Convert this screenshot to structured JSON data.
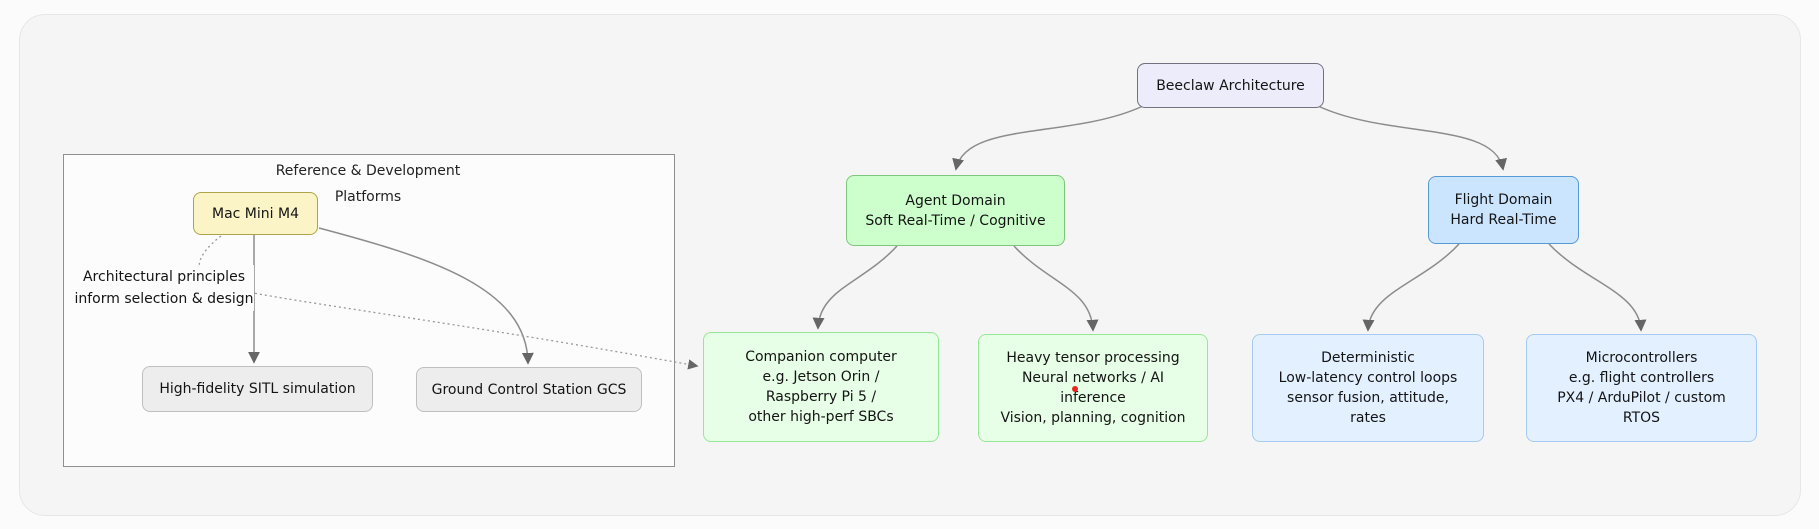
{
  "diagram": {
    "root": {
      "label": "Beeclaw Architecture"
    },
    "subgraph": {
      "title": [
        "Reference & Development",
        "Platforms"
      ]
    },
    "nodes": {
      "mac_mini": {
        "label": "Mac Mini M4"
      },
      "sitl": {
        "label": "High-fidelity SITL simulation"
      },
      "gcs": {
        "label": "Ground Control Station GCS"
      },
      "agent_domain": {
        "lines": [
          "Agent Domain",
          "Soft Real-Time / Cognitive"
        ]
      },
      "flight_domain": {
        "lines": [
          "Flight Domain",
          "Hard Real-Time"
        ]
      },
      "companion": {
        "lines": [
          "Companion computer",
          "e.g. Jetson Orin /",
          "Raspberry Pi 5 /",
          "other high-perf SBCs"
        ]
      },
      "tensor": {
        "lines": [
          "Heavy tensor processing",
          "Neural networks / AI",
          "inference",
          "Vision, planning, cognition"
        ]
      },
      "deterministic": {
        "lines": [
          "Deterministic",
          "Low-latency control loops",
          "sensor fusion, attitude,",
          "rates"
        ]
      },
      "microcontrollers": {
        "lines": [
          "Microcontrollers",
          "e.g. flight controllers",
          "PX4 / ArduPilot / custom",
          "RTOS"
        ]
      }
    },
    "edge_label": {
      "lines": [
        "Architectural principles",
        "inform selection & design"
      ]
    },
    "edges": [
      {
        "from": "Beeclaw Architecture",
        "to": "Agent Domain",
        "style": "solid"
      },
      {
        "from": "Beeclaw Architecture",
        "to": "Flight Domain",
        "style": "solid"
      },
      {
        "from": "Agent Domain",
        "to": "Companion computer",
        "style": "solid"
      },
      {
        "from": "Agent Domain",
        "to": "Heavy tensor processing",
        "style": "solid"
      },
      {
        "from": "Flight Domain",
        "to": "Deterministic",
        "style": "solid"
      },
      {
        "from": "Flight Domain",
        "to": "Microcontrollers",
        "style": "solid"
      },
      {
        "from": "Mac Mini M4",
        "to": "High-fidelity SITL simulation",
        "style": "solid"
      },
      {
        "from": "Mac Mini M4",
        "to": "Ground Control Station GCS",
        "style": "solid"
      },
      {
        "from": "Mac Mini M4",
        "to": "Companion computer",
        "style": "dotted",
        "label": "Architectural principles inform selection & design"
      }
    ],
    "colors": {
      "root_fill": "#ECECFB",
      "root_stroke": "#72727E",
      "domain_green_fill": "#CCFFCC",
      "domain_green_stroke": "#7EC57E",
      "leaf_green_fill": "#E6FFE6",
      "leaf_green_stroke": "#96E896",
      "domain_blue_fill": "#CCE5FF",
      "domain_blue_stroke": "#559AD4",
      "leaf_blue_fill": "#E3F0FF",
      "leaf_blue_stroke": "#A6CBF0",
      "yellow_fill": "#FAF4C6",
      "yellow_stroke": "#AEA44B",
      "gray_fill": "#EDEDED",
      "gray_stroke": "#BFBFBF",
      "edge_stroke": "#8C8C8C",
      "red_dot": "#E8281E"
    }
  }
}
